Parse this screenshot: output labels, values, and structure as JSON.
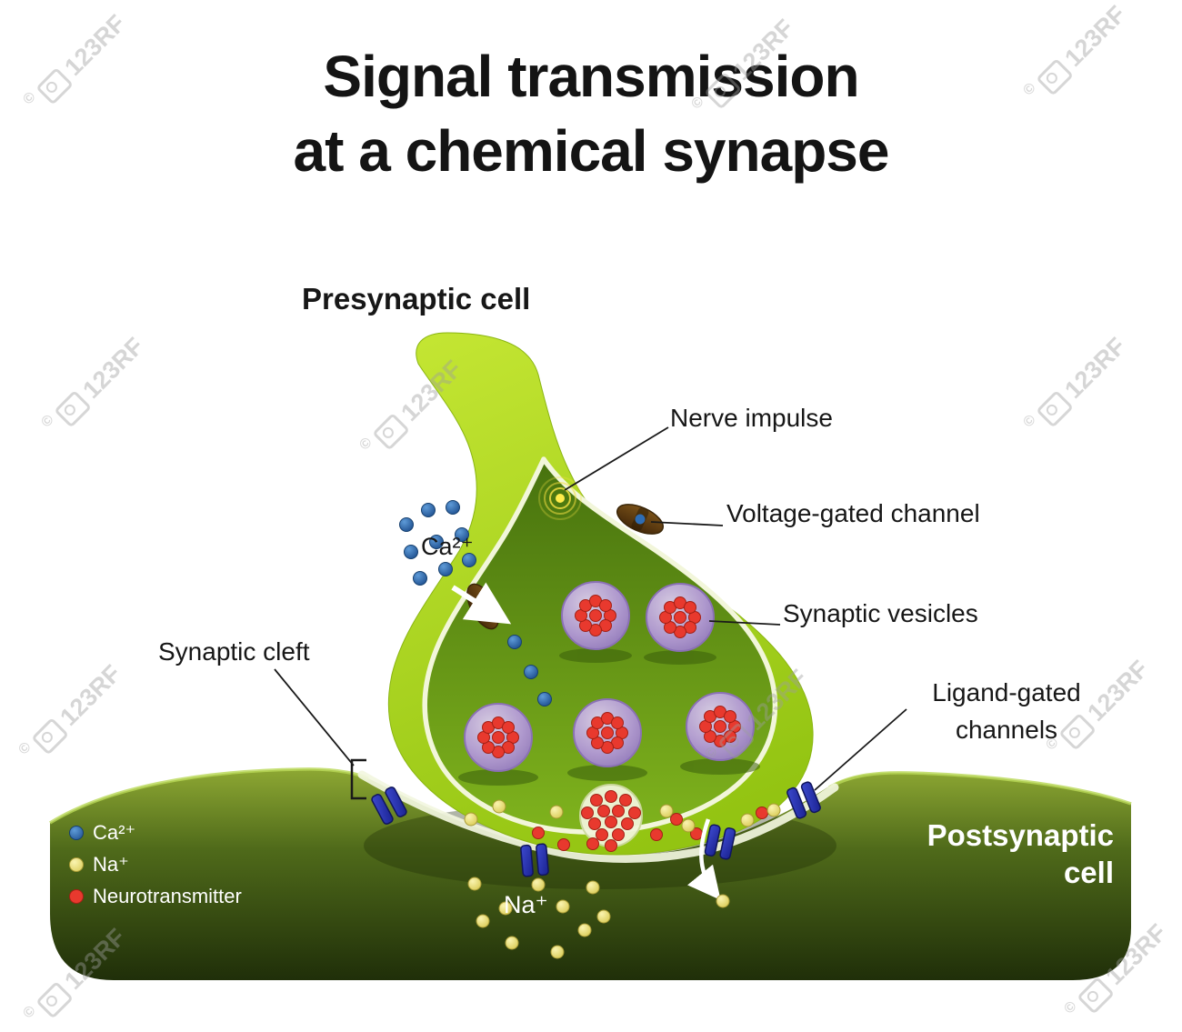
{
  "title": {
    "line1": "Signal transmission",
    "line2": "at a chemical synapse"
  },
  "labels": {
    "presynaptic_cell": "Presynaptic cell",
    "nerve_impulse": "Nerve impulse",
    "voltage_gated_channel": "Voltage-gated channel",
    "synaptic_vesicles": "Synaptic vesicles",
    "synaptic_cleft": "Synaptic cleft",
    "ligand_gated_line1": "Ligand-gated",
    "ligand_gated_line2": "channels",
    "postsynaptic_line1": "Postsynaptic",
    "postsynaptic_line2": "cell",
    "ca_ion": "Ca²⁺",
    "na_ion": "Na⁺"
  },
  "legend": {
    "items": [
      {
        "label": "Ca²⁺",
        "color": "#2e6db4"
      },
      {
        "label": "Na⁺",
        "color": "#f0e87a"
      },
      {
        "label": "Neurotransmitter",
        "color": "#e8392e"
      }
    ]
  },
  "watermark": {
    "copyright": "©",
    "text": "123RF"
  },
  "colors": {
    "presynaptic_green": "#a9d51f",
    "terminal_interior_green": "#5f8d14",
    "postsynaptic_dark_green": "#2f3f0d",
    "vesicle_purple": "#b79bd6",
    "neurotransmitter_red": "#e8392e",
    "calcium_blue": "#2e6db4",
    "sodium_yellow": "#f2e98a",
    "ligand_channel_blue": "#2a35c0",
    "voltage_channel_brown": "#6b4414",
    "impulse_yellow": "#ffe84a"
  }
}
